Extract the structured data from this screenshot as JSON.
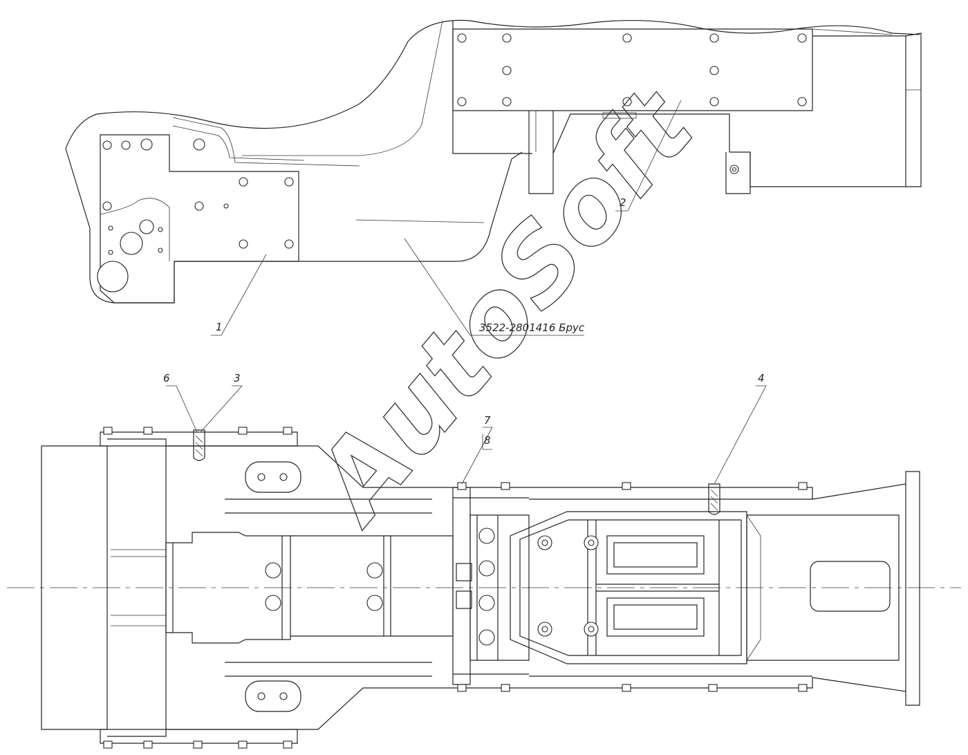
{
  "callouts": {
    "c1": "1",
    "c2": "2",
    "c3": "3",
    "c4": "4",
    "c6": "6",
    "c7": "7",
    "c8": "8",
    "brus": "3522-2801416 Брус"
  },
  "watermark": "AutoSoft"
}
